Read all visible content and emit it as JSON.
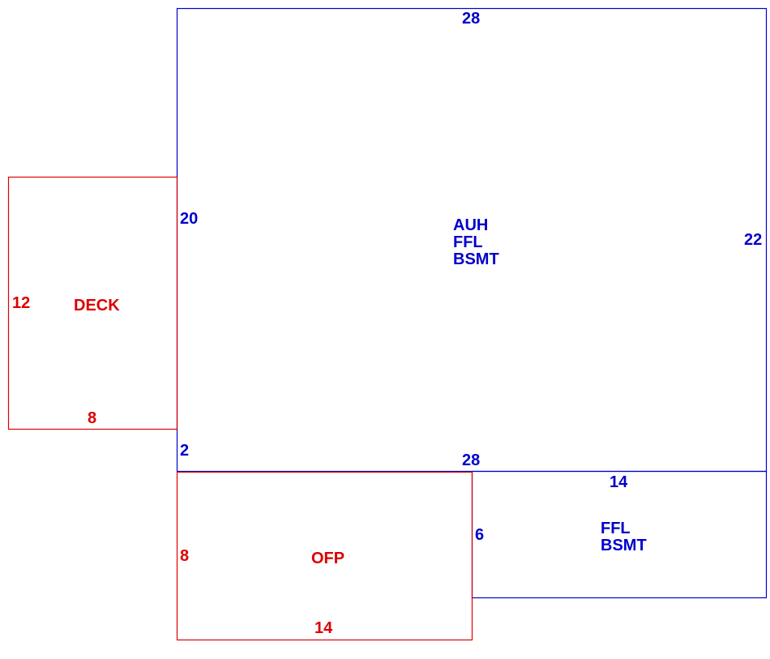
{
  "colors": {
    "living_area": "#0000cc",
    "exterior": "#dd0000"
  },
  "sections": {
    "main": {
      "codes": [
        "AUH",
        "FFL",
        "BSMT"
      ],
      "top": "28",
      "left_upper": "20",
      "left_lower": "2",
      "right": "22",
      "bottom": "28"
    },
    "addition": {
      "codes": [
        "FFL",
        "BSMT"
      ],
      "top": "14",
      "left": "6"
    },
    "deck": {
      "label": "DECK",
      "left": "12",
      "bottom": "8"
    },
    "porch": {
      "label": "OFP",
      "left": "8",
      "bottom": "14"
    }
  }
}
